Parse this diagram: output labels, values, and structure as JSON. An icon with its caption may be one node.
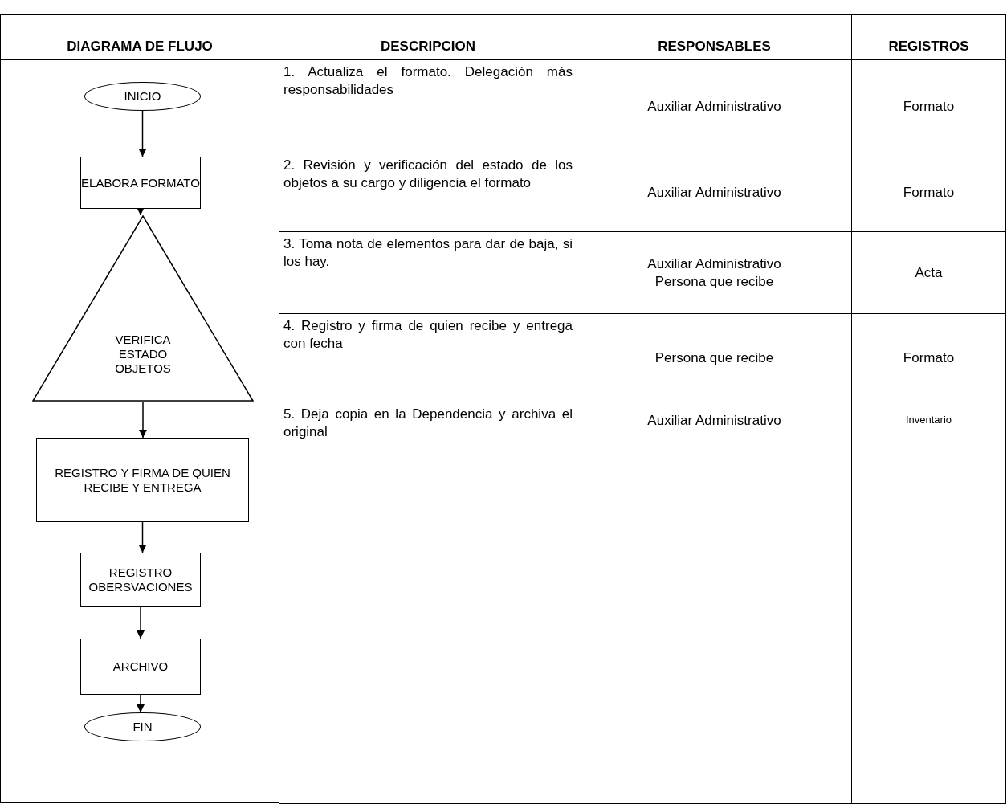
{
  "diagram": {
    "nodes": [
      {
        "text": [
          "INICIO"
        ]
      },
      {
        "text": [
          "ELABORA FORMATO"
        ]
      },
      {
        "text": [
          "VERIFICA ESTADO OBJETOS"
        ]
      },
      {
        "text": [
          "REGISTRO Y FIRMA DE QUIEN RECIBE Y ENTREGA"
        ]
      },
      {
        "text": [
          "REGISTRO OBERSVACIONES"
        ]
      },
      {
        "text": [
          "ARCHIVO"
        ]
      },
      {
        "text": [
          "FIN"
        ]
      }
    ],
    "edges": [
      {
        "from": 0,
        "to": 1,
        "arrow": "to"
      },
      {
        "from": 1,
        "to": 2,
        "arrow": "to"
      },
      {
        "from": 2,
        "to": 3,
        "arrow": "to"
      },
      {
        "from": 3,
        "to": 4,
        "arrow": "to"
      },
      {
        "from": 4,
        "to": 5,
        "arrow": "to"
      },
      {
        "from": 5,
        "to": 6,
        "arrow": "to"
      }
    ],
    "labels": [
      "DIAGRAMA DE FLUJO",
      "DESCRIPCION",
      "RESPONSABLES",
      "REGISTROS",
      "1. Actualiza el formato. Delegación más responsabilidades",
      "Auxiliar Administrativo",
      "Formato",
      "2. Revisión y verificación del estado de los objetos a su cargo y diligencia el formato",
      "Auxiliar Administrativo",
      "Formato",
      "3. Toma nota de elementos para dar de baja, si los hay.",
      "Auxiliar Administrativo",
      "Persona que recibe",
      "Acta",
      "4. Registro y firma de quien recibe y entrega con fecha",
      "Persona que recibe",
      "Formato",
      "5. Deja copia en la Dependencia y archiva el original",
      "Auxiliar Administrativo",
      "Inventario"
    ]
  }
}
